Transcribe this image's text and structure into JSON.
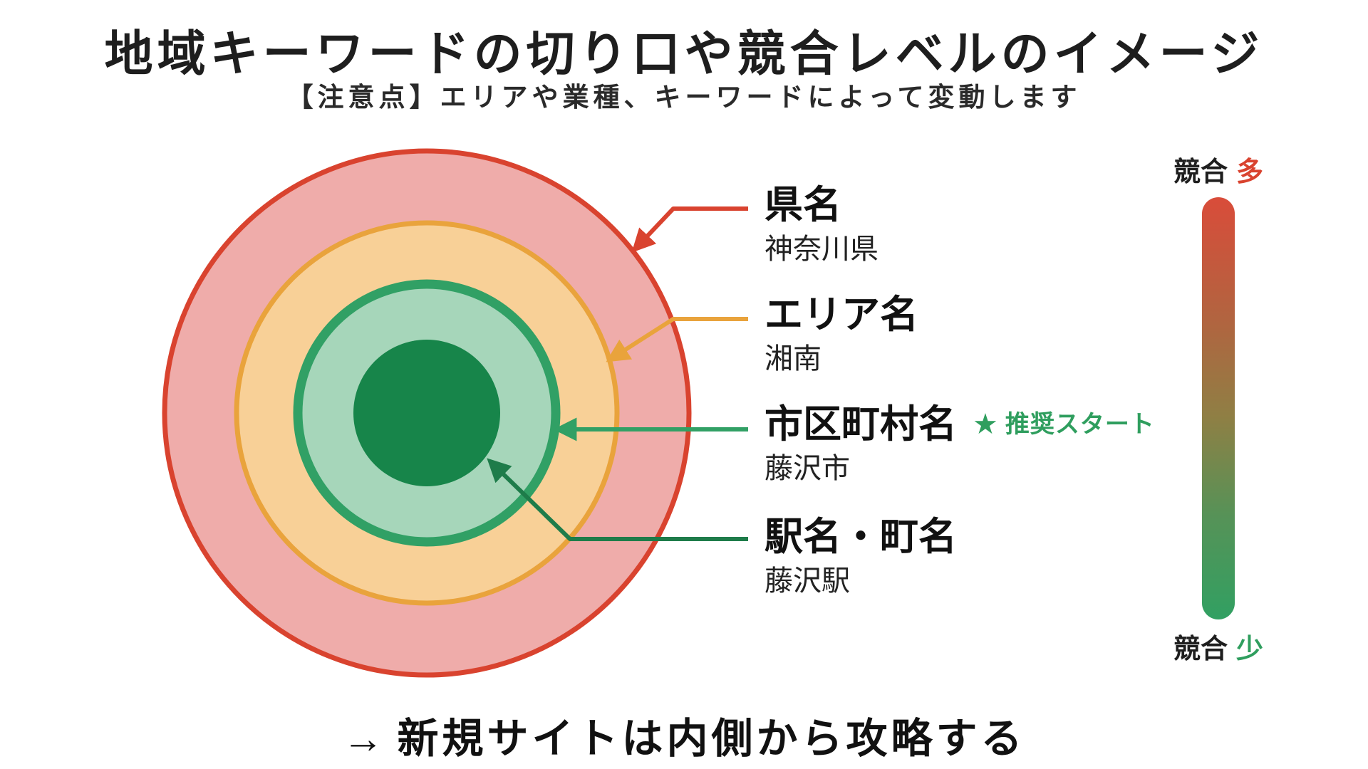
{
  "title": "地域キーワードの切り口や競合レベルのイメージ",
  "subtitle": "【注意点】エリアや業種、キーワードによって変動します",
  "rings": [
    {
      "id": "prefecture",
      "label": "県名",
      "example": "神奈川県",
      "stroke": "#d9432f",
      "fill": "#efacaa"
    },
    {
      "id": "area",
      "label": "エリア名",
      "example": "湘南",
      "stroke": "#e9a33c",
      "fill": "#f8d097"
    },
    {
      "id": "city",
      "label": "市区町村名",
      "example": "藤沢市",
      "stroke": "#31a065",
      "fill": "#a6d6ba"
    },
    {
      "id": "station",
      "label": "駅名・町名",
      "example": "藤沢駅",
      "stroke": "#17854a",
      "fill": "#17854a"
    }
  ],
  "badge": {
    "icon": "★",
    "text": "推奨スタート",
    "color": "#2f9e5e"
  },
  "legend": {
    "top_label": "競合",
    "top_value": "多",
    "top_value_color": "#d9432f",
    "bottom_label": "競合",
    "bottom_value": "少",
    "bottom_value_color": "#2f9e5e"
  },
  "footer": {
    "arrow": "→",
    "text": "新規サイトは内側から攻略する"
  },
  "colors": {
    "station_arrow": "#1e7c4a",
    "gradient_top": "#d94c3a",
    "gradient_middle": "#8f7f44",
    "gradient_bottom": "#31a062"
  }
}
